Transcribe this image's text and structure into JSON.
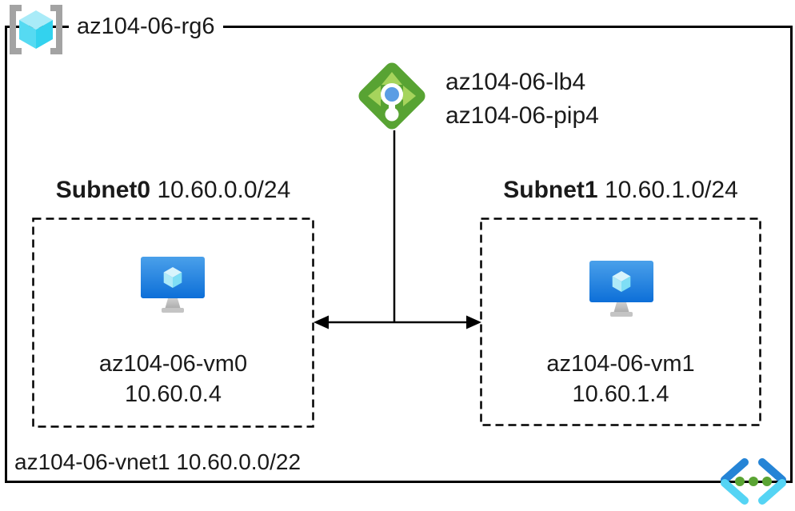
{
  "diagram": {
    "resource_group": {
      "name": "az104-06-rg6",
      "icon": "resource-group-icon"
    },
    "load_balancer": {
      "name": "az104-06-lb4",
      "public_ip_name": "az104-06-pip4",
      "icon": "load-balancer-icon"
    },
    "subnets": [
      {
        "name": "Subnet0",
        "cidr": "10.60.0.0/24",
        "vm": {
          "name": "az104-06-vm0",
          "ip": "10.60.0.4",
          "icon": "virtual-machine-icon"
        }
      },
      {
        "name": "Subnet1",
        "cidr": "10.60.1.0/24",
        "vm": {
          "name": "az104-06-vm1",
          "ip": "10.60.1.4",
          "icon": "virtual-machine-icon"
        }
      }
    ],
    "virtual_network": {
      "name": "az104-06-vnet1",
      "cidr": "10.60.0.0/22",
      "icon": "virtual-network-icon"
    },
    "colors": {
      "line": "#000000",
      "text": "#1a1a1a",
      "lb_diamond_green": "#58a333",
      "lb_arrow_green": "#a6d45c",
      "lb_dot_blue": "#5b9de4",
      "vm_screen_blue_top": "#4aa0ea",
      "vm_screen_blue_bottom": "#0d6fd8",
      "vm_cube_top": "#d8f4fc",
      "vm_cube_left": "#aeeaf8",
      "vm_cube_right": "#7fdef5",
      "rg_bracket_gray": "#a3a3a3",
      "rg_cube_top": "#a9ebf8",
      "rg_cube_left": "#56daf2",
      "rg_cube_right": "#33d2ee",
      "vnet_chevron_blue": "#2584d6",
      "vnet_chevron_cyan": "#55d4f4",
      "vnet_dot_green": "#5aa434",
      "stand_gray": "#c0c0c0"
    }
  }
}
